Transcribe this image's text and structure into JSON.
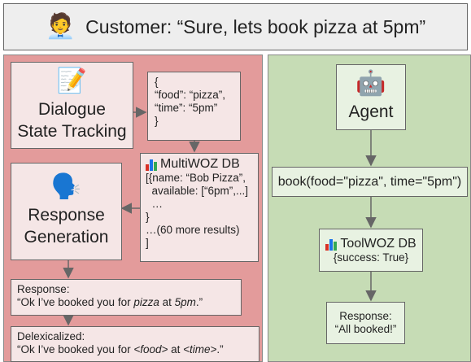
{
  "header": {
    "emoji": "🧑‍💼",
    "text": "Customer: “Sure, lets book pizza at 5pm”"
  },
  "left": {
    "dst": {
      "emoji": "📝",
      "lines": [
        "Dialogue",
        "State Tracking"
      ]
    },
    "state": {
      "lines": [
        "{",
        "“food”: “pizza”,",
        "“time”: “5pm”",
        "}"
      ]
    },
    "db": {
      "title": "MultiWOZ DB",
      "lines": [
        "[{name: “Bob Pizza”,",
        "  available: [“6pm”,...]",
        "  …",
        "}",
        "…(60 more results)",
        "]"
      ]
    },
    "gen": {
      "emoji": "🗣️",
      "lines": [
        "Response",
        "Generation"
      ]
    },
    "response": {
      "label": "Response:",
      "line_before": "“Ok I’ve booked you for ",
      "food": "pizza",
      "mid": " at ",
      "time": "5pm",
      "end": ".”"
    },
    "delex": {
      "label": "Delexicalized:",
      "line_before": "“Ok I’ve booked you for ",
      "food": "<food>",
      "mid": " at ",
      "time": "<time>",
      "end": ".”"
    }
  },
  "right": {
    "agent": {
      "emoji": "🤖",
      "label": "Agent"
    },
    "call": {
      "text": "book(food=\"pizza\", time=\"5pm\")"
    },
    "db": {
      "title": "ToolWOZ DB",
      "result": "{success: True}"
    },
    "response": {
      "label": "Response:",
      "text": "“All booked!”"
    }
  },
  "colors": {
    "left_panel": "#e39b9b",
    "right_panel": "#c6dcb5",
    "bar_red": "#d93025",
    "bar_blue": "#1a73e8",
    "bar_green": "#34a853"
  }
}
